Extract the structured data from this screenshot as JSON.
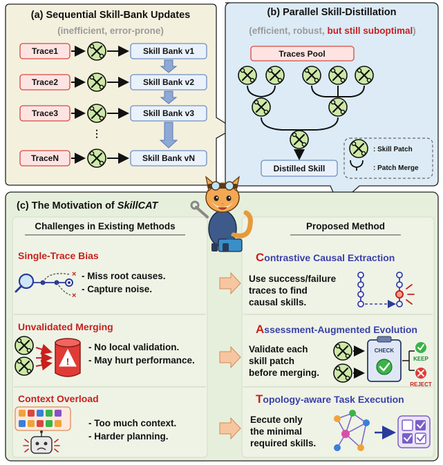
{
  "panel_a": {
    "title": "(a) Sequential Skill-Bank Updates",
    "subtitle": "(inefficient, error-prone)",
    "traces": [
      "Trace1",
      "Trace2",
      "Trace3",
      "TraceN"
    ],
    "banks": [
      "Skill Bank v1",
      "Skill Bank v2",
      "Skill Bank v3",
      "Skill Bank vN"
    ],
    "ellipsis": "⋮"
  },
  "panel_b": {
    "title": "(b) Parallel Skill-Distillation",
    "subtitle_gray": "(efficient, robust, ",
    "subtitle_red": "but still suboptimal",
    "subtitle_end": ")",
    "pool": "Traces Pool",
    "output": "Distilled Skill",
    "legend_patch": ": Skill Patch",
    "legend_merge": ": Patch Merge"
  },
  "panel_c": {
    "title_prefix": "(c) The Motivation of ",
    "title_em": "SkillCAT",
    "left_header": "Challenges in Existing Methods",
    "right_header": "Proposed Method",
    "challenges": [
      {
        "title": "Single-Trace Bias",
        "lines": [
          "- Miss root causes.",
          "- Capture noise."
        ]
      },
      {
        "title": "Unvalidated Merging",
        "lines": [
          "-  No local validation.",
          "- May hurt performance."
        ]
      },
      {
        "title": "Context Overload",
        "lines": [
          "- Too much context.",
          "- Harder planning."
        ]
      }
    ],
    "methods": [
      {
        "cap": "C",
        "rest": "ontrastive Causal Extraction",
        "lines": [
          "Use success/failure",
          "traces to find",
          "causal skills."
        ]
      },
      {
        "cap": "A",
        "rest": "ssessment-Augmented Evolution",
        "lines": [
          "Validate each",
          "skill patch",
          "before merging."
        ]
      },
      {
        "cap": "T",
        "rest": "opology-aware Task Execution",
        "lines": [
          "Eecute only",
          "the minimal",
          "required skills."
        ]
      }
    ],
    "check_label": "CHECK",
    "keep_label": "KEEP",
    "reject_label": "REJECT"
  },
  "colors": {
    "panel_a_bg": "#f4f0de",
    "panel_b_bg": "#dcebf6",
    "panel_c_bg": "#e6efdb",
    "trace_fill": "#fde4e2",
    "trace_stroke": "#d9473f",
    "bank_fill": "#e9f1fb",
    "bank_stroke": "#6e8fc2",
    "patch_fill": "#cde9a6",
    "accent_red": "#c8201e",
    "accent_blue": "#3a3fa8",
    "arrow_orange": "#f6c6a0"
  }
}
